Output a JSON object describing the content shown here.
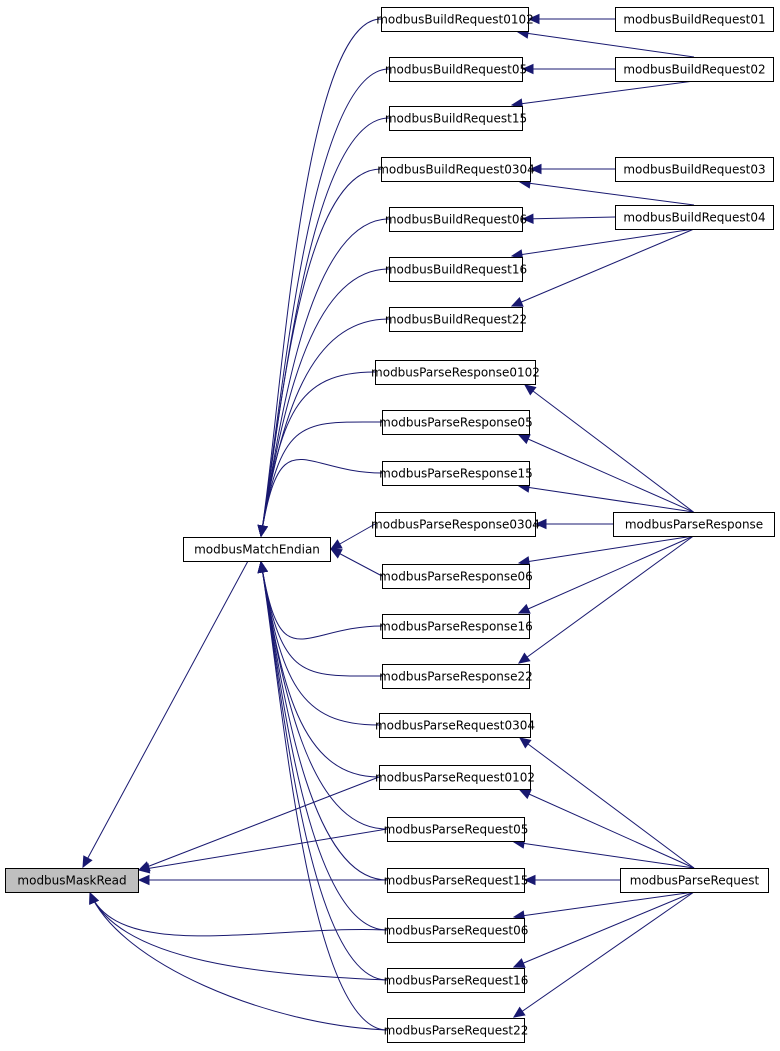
{
  "graph": {
    "edge_color": "#191970",
    "root_fill": "#bfbfbf",
    "nodes": [
      {
        "id": "modbusMaskRead",
        "label": "modbusMaskRead",
        "root": true
      },
      {
        "id": "modbusMatchEndian",
        "label": "modbusMatchEndian"
      },
      {
        "id": "modbusBuildRequest0102",
        "label": "modbusBuildRequest0102"
      },
      {
        "id": "modbusBuildRequest05",
        "label": "modbusBuildRequest05"
      },
      {
        "id": "modbusBuildRequest15",
        "label": "modbusBuildRequest15"
      },
      {
        "id": "modbusBuildRequest0304",
        "label": "modbusBuildRequest0304"
      },
      {
        "id": "modbusBuildRequest06",
        "label": "modbusBuildRequest06"
      },
      {
        "id": "modbusBuildRequest16",
        "label": "modbusBuildRequest16"
      },
      {
        "id": "modbusBuildRequest22",
        "label": "modbusBuildRequest22"
      },
      {
        "id": "modbusParseResponse0102",
        "label": "modbusParseResponse0102"
      },
      {
        "id": "modbusParseResponse05",
        "label": "modbusParseResponse05"
      },
      {
        "id": "modbusParseResponse15",
        "label": "modbusParseResponse15"
      },
      {
        "id": "modbusParseResponse0304",
        "label": "modbusParseResponse0304"
      },
      {
        "id": "modbusParseResponse06",
        "label": "modbusParseResponse06"
      },
      {
        "id": "modbusParseResponse16",
        "label": "modbusParseResponse16"
      },
      {
        "id": "modbusParseResponse22",
        "label": "modbusParseResponse22"
      },
      {
        "id": "modbusParseRequest0304",
        "label": "modbusParseRequest0304"
      },
      {
        "id": "modbusParseRequest0102",
        "label": "modbusParseRequest0102"
      },
      {
        "id": "modbusParseRequest05",
        "label": "modbusParseRequest05"
      },
      {
        "id": "modbusParseRequest15",
        "label": "modbusParseRequest15"
      },
      {
        "id": "modbusParseRequest06",
        "label": "modbusParseRequest06"
      },
      {
        "id": "modbusParseRequest16",
        "label": "modbusParseRequest16"
      },
      {
        "id": "modbusParseRequest22",
        "label": "modbusParseRequest22"
      },
      {
        "id": "modbusBuildRequest01",
        "label": "modbusBuildRequest01"
      },
      {
        "id": "modbusBuildRequest02",
        "label": "modbusBuildRequest02"
      },
      {
        "id": "modbusBuildRequest03",
        "label": "modbusBuildRequest03"
      },
      {
        "id": "modbusBuildRequest04",
        "label": "modbusBuildRequest04"
      },
      {
        "id": "modbusParseResponse",
        "label": "modbusParseResponse"
      },
      {
        "id": "modbusParseRequest",
        "label": "modbusParseRequest"
      }
    ],
    "edges": [
      {
        "from": "modbusMatchEndian",
        "to": "modbusMaskRead"
      },
      {
        "from": "modbusParseRequest0102",
        "to": "modbusMaskRead"
      },
      {
        "from": "modbusParseRequest05",
        "to": "modbusMaskRead"
      },
      {
        "from": "modbusParseRequest15",
        "to": "modbusMaskRead"
      },
      {
        "from": "modbusParseRequest06",
        "to": "modbusMaskRead"
      },
      {
        "from": "modbusParseRequest16",
        "to": "modbusMaskRead"
      },
      {
        "from": "modbusParseRequest22",
        "to": "modbusMaskRead"
      },
      {
        "from": "modbusBuildRequest0102",
        "to": "modbusMatchEndian"
      },
      {
        "from": "modbusBuildRequest05",
        "to": "modbusMatchEndian"
      },
      {
        "from": "modbusBuildRequest15",
        "to": "modbusMatchEndian"
      },
      {
        "from": "modbusBuildRequest0304",
        "to": "modbusMatchEndian"
      },
      {
        "from": "modbusBuildRequest06",
        "to": "modbusMatchEndian"
      },
      {
        "from": "modbusBuildRequest16",
        "to": "modbusMatchEndian"
      },
      {
        "from": "modbusBuildRequest22",
        "to": "modbusMatchEndian"
      },
      {
        "from": "modbusParseResponse0102",
        "to": "modbusMatchEndian"
      },
      {
        "from": "modbusParseResponse05",
        "to": "modbusMatchEndian"
      },
      {
        "from": "modbusParseResponse15",
        "to": "modbusMatchEndian"
      },
      {
        "from": "modbusParseResponse0304",
        "to": "modbusMatchEndian"
      },
      {
        "from": "modbusParseResponse06",
        "to": "modbusMatchEndian"
      },
      {
        "from": "modbusParseResponse16",
        "to": "modbusMatchEndian"
      },
      {
        "from": "modbusParseResponse22",
        "to": "modbusMatchEndian"
      },
      {
        "from": "modbusParseRequest0304",
        "to": "modbusMatchEndian"
      },
      {
        "from": "modbusParseRequest0102",
        "to": "modbusMatchEndian"
      },
      {
        "from": "modbusParseRequest05",
        "to": "modbusMatchEndian"
      },
      {
        "from": "modbusParseRequest15",
        "to": "modbusMatchEndian"
      },
      {
        "from": "modbusParseRequest06",
        "to": "modbusMatchEndian"
      },
      {
        "from": "modbusParseRequest16",
        "to": "modbusMatchEndian"
      },
      {
        "from": "modbusParseRequest22",
        "to": "modbusMatchEndian"
      },
      {
        "from": "modbusBuildRequest01",
        "to": "modbusBuildRequest0102"
      },
      {
        "from": "modbusBuildRequest02",
        "to": "modbusBuildRequest0102"
      },
      {
        "from": "modbusBuildRequest02",
        "to": "modbusBuildRequest05"
      },
      {
        "from": "modbusBuildRequest02",
        "to": "modbusBuildRequest15"
      },
      {
        "from": "modbusBuildRequest03",
        "to": "modbusBuildRequest0304"
      },
      {
        "from": "modbusBuildRequest04",
        "to": "modbusBuildRequest0304"
      },
      {
        "from": "modbusBuildRequest04",
        "to": "modbusBuildRequest06"
      },
      {
        "from": "modbusBuildRequest04",
        "to": "modbusBuildRequest16"
      },
      {
        "from": "modbusBuildRequest04",
        "to": "modbusBuildRequest22"
      },
      {
        "from": "modbusParseResponse",
        "to": "modbusParseResponse0102"
      },
      {
        "from": "modbusParseResponse",
        "to": "modbusParseResponse05"
      },
      {
        "from": "modbusParseResponse",
        "to": "modbusParseResponse15"
      },
      {
        "from": "modbusParseResponse",
        "to": "modbusParseResponse0304"
      },
      {
        "from": "modbusParseResponse",
        "to": "modbusParseResponse06"
      },
      {
        "from": "modbusParseResponse",
        "to": "modbusParseResponse16"
      },
      {
        "from": "modbusParseResponse",
        "to": "modbusParseResponse22"
      },
      {
        "from": "modbusParseRequest",
        "to": "modbusParseRequest0304"
      },
      {
        "from": "modbusParseRequest",
        "to": "modbusParseRequest0102"
      },
      {
        "from": "modbusParseRequest",
        "to": "modbusParseRequest05"
      },
      {
        "from": "modbusParseRequest",
        "to": "modbusParseRequest15"
      },
      {
        "from": "modbusParseRequest",
        "to": "modbusParseRequest06"
      },
      {
        "from": "modbusParseRequest",
        "to": "modbusParseRequest16"
      },
      {
        "from": "modbusParseRequest",
        "to": "modbusParseRequest22"
      }
    ]
  }
}
